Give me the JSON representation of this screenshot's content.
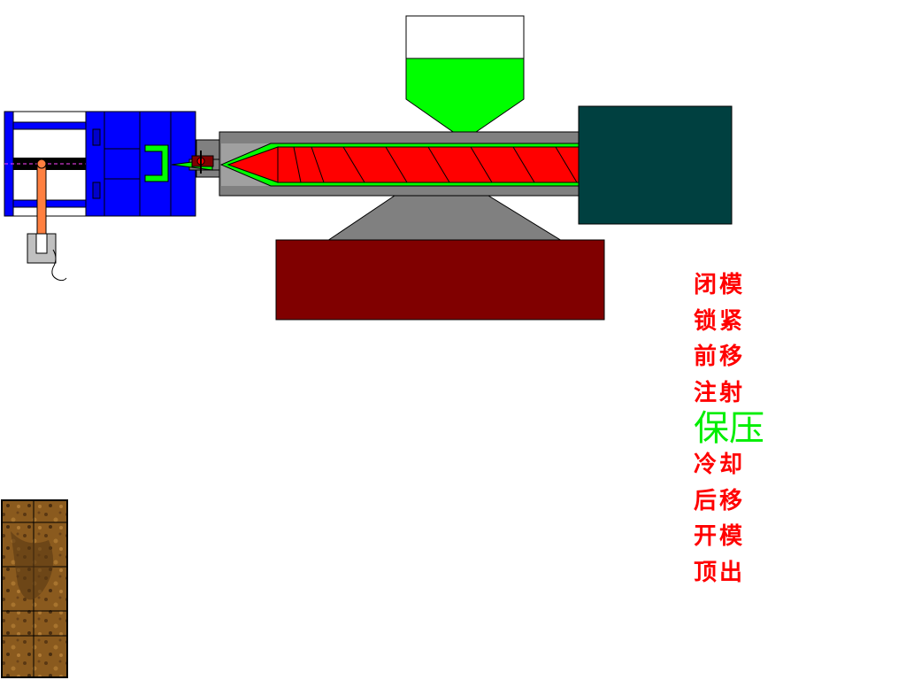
{
  "steps": [
    {
      "label": "闭模"
    },
    {
      "label": "锁紧"
    },
    {
      "label": "前移"
    },
    {
      "label": "注射"
    },
    {
      "label": "保压",
      "active": true
    },
    {
      "label": "冷却"
    },
    {
      "label": "后移"
    },
    {
      "label": "开模"
    },
    {
      "label": "顶出"
    }
  ],
  "colors": {
    "clamp": "#0000ff",
    "barrel": "#808080",
    "screw": "#ff0000",
    "plastic": "#00ff00",
    "motor": "#004040",
    "base": "#800000",
    "step_text": "#ff0000",
    "step_active": "#00ee00"
  }
}
